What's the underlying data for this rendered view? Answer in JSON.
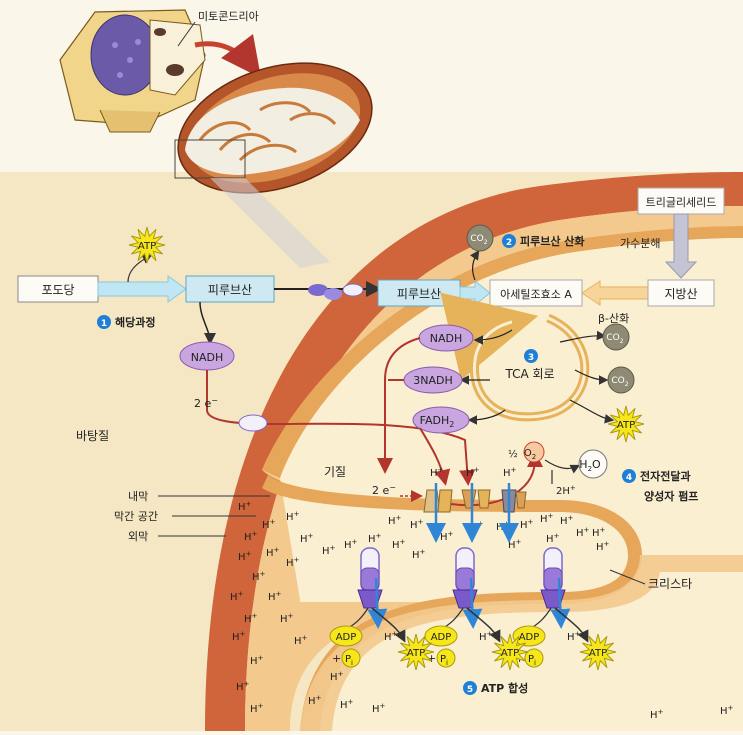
{
  "colors": {
    "paper": "#fbf6ea",
    "panel": "#f6e7c4",
    "outer_membrane": "#d0643a",
    "intermembrane": "#f3c98e",
    "matrix": "#fbefd2",
    "box_fill": "#cfe9f3",
    "box_stroke": "#5aa6c4",
    "red_arrow": "#b2352e",
    "blue_arrow": "#2f86d6",
    "gold": "#e6b25a",
    "carrier": "#b08ed8",
    "atp_star": "#f6e61a",
    "adp_fill": "#f6e61a",
    "gray_arrow": "#b8b8c4",
    "co2_fill": "#8e8a74",
    "step_badge": "#1e7fd6"
  },
  "top": {
    "mito_label": "미토콘드리아"
  },
  "labels": {
    "glucose": "포도당",
    "pyruvate1": "피루브산",
    "pyruvate2": "피루브산",
    "acetyl": "아세틸조효소 A",
    "fatty_acid": "지방산",
    "triglyceride": "트리글리세리드",
    "hydrolysis": "가수분해",
    "nadh1": "NADH",
    "nadh2": "NADH",
    "nadh3": "3NADH",
    "fadh": "FADH",
    "fadh_sub": "2",
    "tca": "TCA 회로",
    "beta_ox": "β-산화",
    "cytoplasm": "바탕질",
    "matrix": "기질",
    "inner_membrane": "내막",
    "intermembrane_space": "막간 공간",
    "outer_membrane": "외막",
    "cristae": "크리스타",
    "two_e_1": "2 e",
    "two_e_2": "2 e",
    "e_sup": "−",
    "o2_frac": "½",
    "o2": "O",
    "o2_sub": "2",
    "h2o_h": "H",
    "h2o_sub": "2",
    "h2o_o": "O",
    "two_h": "2H",
    "co2": "CO",
    "co2_sub": "2",
    "atp": "ATP",
    "adp": "ADP",
    "plus": "+",
    "pi": "P",
    "pi_sub": "i",
    "h": "H",
    "h_sup": "+"
  },
  "steps": [
    {
      "num": "1",
      "label": "해당과정"
    },
    {
      "num": "2",
      "label": "피루브산 산화"
    },
    {
      "num": "3",
      "label": ""
    },
    {
      "num": "4",
      "label": "전자전달과"
    },
    {
      "num": "5",
      "label": "ATP 합성"
    }
  ],
  "step4_line2": "양성자 펌프"
}
